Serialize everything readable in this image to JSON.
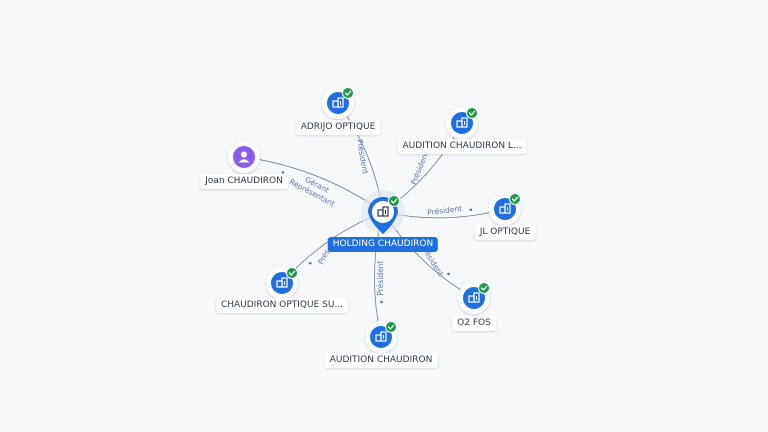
{
  "colors": {
    "accent": "#1f6fe0",
    "company_icon": "#1f6fe0",
    "person_icon": "#8a5cf0",
    "check_badge": "#1e9a4a",
    "edge": "#6b7d99",
    "edge_label": "#5a78b0",
    "background": "#f7f8fa"
  },
  "center": {
    "label": "HOLDING CHAUDIRON",
    "icon": "building-icon",
    "verified": true
  },
  "nodes": [
    {
      "id": "adrijo",
      "label": "ADRIJO OPTIQUE",
      "kind": "company",
      "icon": "building-icon",
      "verified": true
    },
    {
      "id": "audition_l",
      "label": "AUDITION CHAUDIRON L...",
      "kind": "company",
      "icon": "building-icon",
      "verified": true
    },
    {
      "id": "jl",
      "label": "JL OPTIQUE",
      "kind": "company",
      "icon": "building-icon",
      "verified": true
    },
    {
      "id": "o2fos",
      "label": "O2 FOS",
      "kind": "company",
      "icon": "building-icon",
      "verified": true
    },
    {
      "id": "audition",
      "label": "AUDITION CHAUDIRON",
      "kind": "company",
      "icon": "building-icon",
      "verified": true
    },
    {
      "id": "chaudiron_su",
      "label": "CHAUDIRON OPTIQUE SU...",
      "kind": "company",
      "icon": "building-icon",
      "verified": true
    },
    {
      "id": "joan",
      "label": "Joan CHAUDIRON",
      "kind": "person",
      "icon": "person-icon",
      "verified": false
    }
  ],
  "edges": [
    {
      "to": "adrijo",
      "label": "Président"
    },
    {
      "to": "audition_l",
      "label": "Président"
    },
    {
      "to": "jl",
      "label": "Président"
    },
    {
      "to": "o2fos",
      "label": "Président"
    },
    {
      "to": "audition",
      "label": "Président"
    },
    {
      "to": "chaudiron_su",
      "label": "Prés"
    },
    {
      "to": "joan",
      "label": "Gérant",
      "label2": "Représentant"
    }
  ]
}
